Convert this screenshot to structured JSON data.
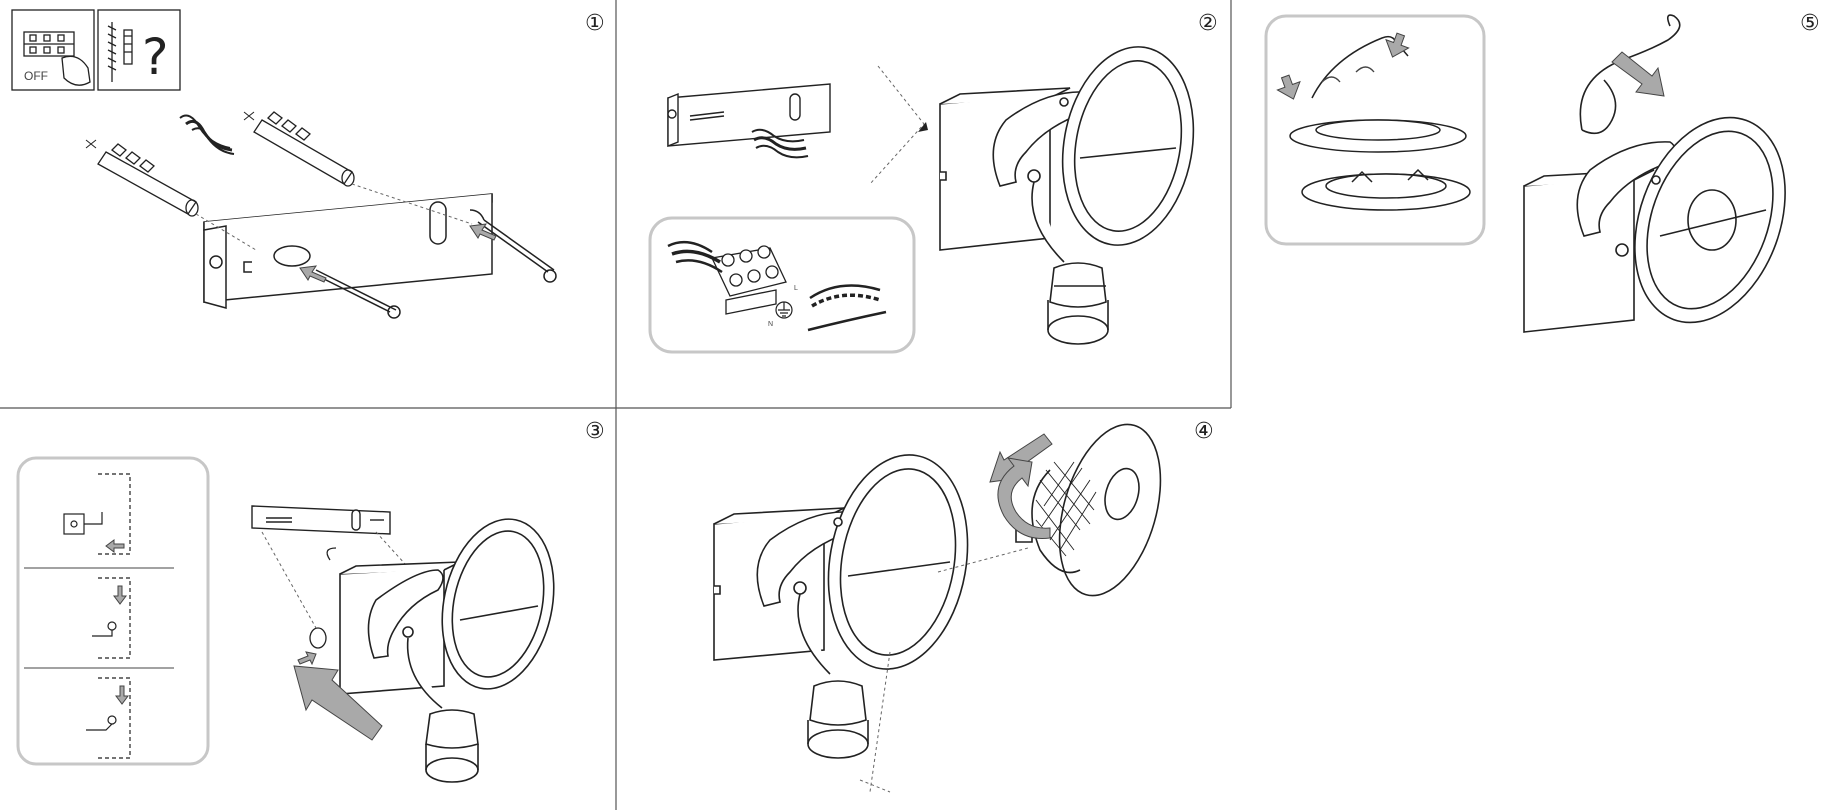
{
  "panels": [
    {
      "step": "①"
    },
    {
      "step": "②"
    },
    {
      "step": "⑤"
    },
    {
      "step": "③"
    },
    {
      "step": "④"
    }
  ],
  "safety_icons": {
    "switch_label": "OFF",
    "question_mark": "?"
  },
  "wiring": {
    "terminal_live": "L",
    "terminal_neutral": "N"
  },
  "colors": {
    "line": "#222222",
    "arrow_fill": "#a9a9a9",
    "inset_border": "#c7c7c7",
    "divider": "#555555"
  },
  "icons": [
    "power-off-switch-icon",
    "drill-screw-question-icon",
    "rotate-arrow-icon",
    "push-arrow-icon"
  ]
}
